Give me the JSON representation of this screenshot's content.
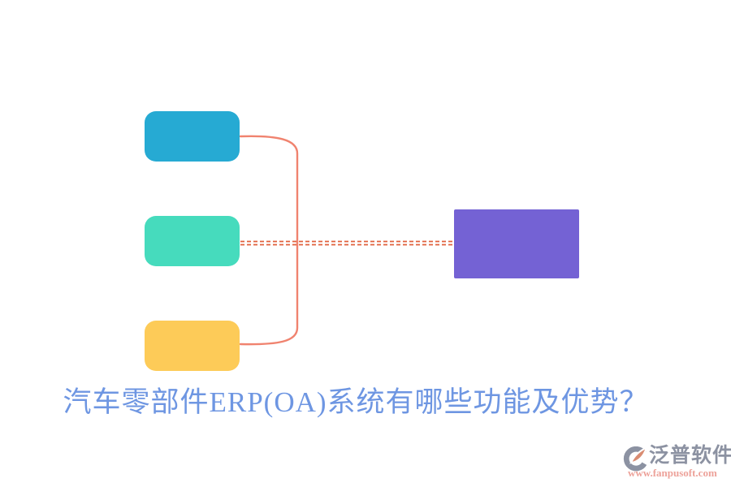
{
  "page": {
    "background": "#ffffff",
    "title_text": "汽车零部件ERP(OA)系统有哪些功能及优势？",
    "title_color": "#6E96E2"
  },
  "diagram": {
    "nodes": [
      {
        "id": "top-left-node",
        "color": "#26AAD3"
      },
      {
        "id": "middle-left-node",
        "color": "#46DBBD"
      },
      {
        "id": "bottom-left-node",
        "color": "#FDCB58"
      },
      {
        "id": "right-node",
        "color": "#7462D4"
      }
    ],
    "connectors": {
      "bracket_color": "#F0836F",
      "dashed_color": "#E0603C",
      "dashed_style": "double-dashed"
    }
  },
  "watermark": {
    "icon": "fanpu-logo-icon",
    "icon_gray": "#8C92A2",
    "icon_accent": "#D98C72",
    "brand": "泛普软件",
    "brand_color": "#8C92A2",
    "url": "www.fanpusoft.com",
    "url_color": "#EDA29A"
  }
}
